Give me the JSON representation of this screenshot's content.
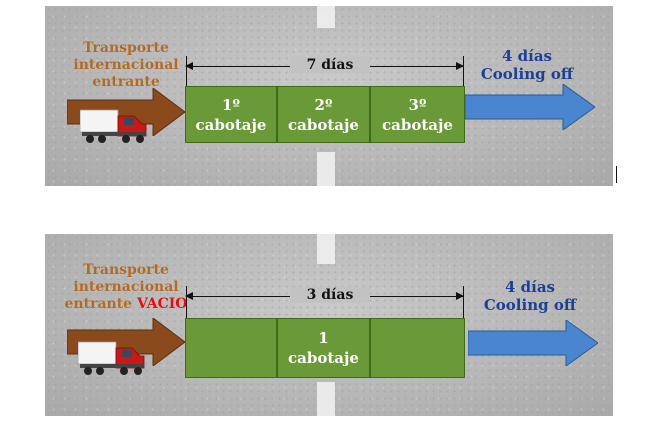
{
  "diagram_top": {
    "left_label": {
      "line1": "Transporte",
      "line2": "internacional",
      "line3": "entrante"
    },
    "duration_label": "7 días",
    "segments": [
      {
        "line1": "1º",
        "line2": "cabotaje"
      },
      {
        "line1": "2º",
        "line2": "cabotaje"
      },
      {
        "line1": "3º",
        "line2": "cabotaje"
      }
    ],
    "right_label": {
      "line1": "4 días",
      "line2": "Cooling off"
    }
  },
  "diagram_bottom": {
    "left_label": {
      "line1": "Transporte",
      "line2": "internacional",
      "line3": "entrante",
      "highlight": "VACIO"
    },
    "duration_label": "3 días",
    "segment": {
      "line1": "1",
      "line2": "cabotaje"
    },
    "right_label": {
      "line1": "4 días",
      "line2": "Cooling off"
    }
  },
  "colors": {
    "green_segment": "#6a9a38",
    "blue_arrow": "#4a86d0",
    "brown_arrow": "#8a4a1c",
    "label_orange": "#b06a24",
    "label_blue": "#1d3f95",
    "vacio_red": "#e01010"
  },
  "icons": [
    "truck-icon",
    "brown-arrow-icon",
    "blue-arrow-icon"
  ]
}
